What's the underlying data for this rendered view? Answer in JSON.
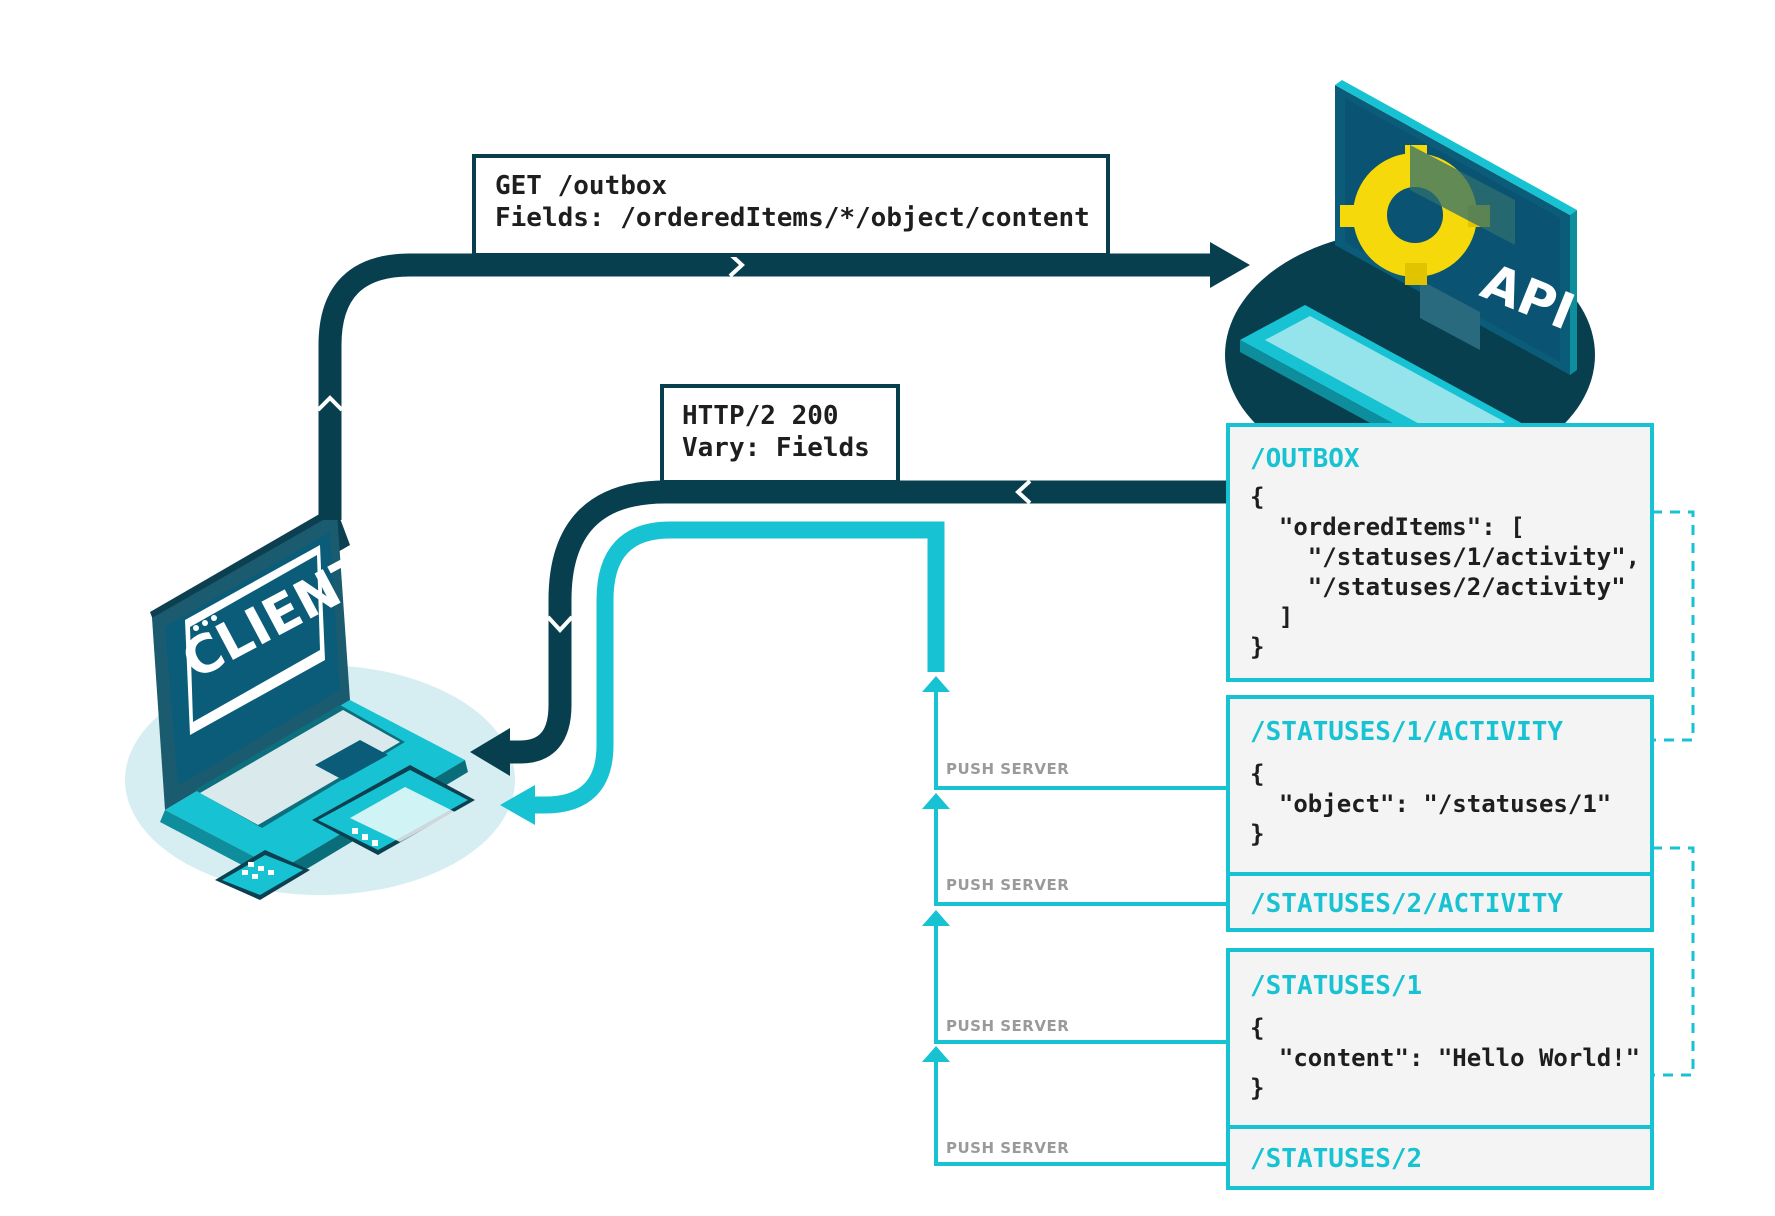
{
  "colors": {
    "dark": "#073f4f",
    "teal": "#17c3d3",
    "panel_bg": "#f4f4f4",
    "push_gray": "#9a9a9a",
    "text": "#1e1e1e",
    "gear": "#f5d90a"
  },
  "client": {
    "label": "CLIENT",
    "icon": "laptop-icon"
  },
  "api": {
    "label": "API",
    "icon": "desktop-computer-icon"
  },
  "request": {
    "line1": "GET /outbox",
    "line2": "Fields: /orderedItems/*/object/content"
  },
  "response": {
    "line1": "HTTP/2 200",
    "line2": "Vary: Fields"
  },
  "push_label": "PUSH SERVER",
  "panels": {
    "outbox": {
      "title": "/OUTBOX",
      "lines": [
        "{",
        "  \"orderedItems\": [",
        "    \"/statuses/1/activity\",",
        "    \"/statuses/2/activity\"",
        "  ]",
        "}"
      ]
    },
    "status1_activity": {
      "title": "/STATUSES/1/ACTIVITY",
      "lines": [
        "{",
        "  \"object\": \"/statuses/1\"",
        "}"
      ]
    },
    "status2_activity": {
      "title": "/STATUSES/2/ACTIVITY"
    },
    "status1": {
      "title": "/STATUSES/1",
      "lines": [
        "{",
        "  \"content\": \"Hello World!\"",
        "}"
      ]
    },
    "status2": {
      "title": "/STATUSES/2"
    }
  }
}
